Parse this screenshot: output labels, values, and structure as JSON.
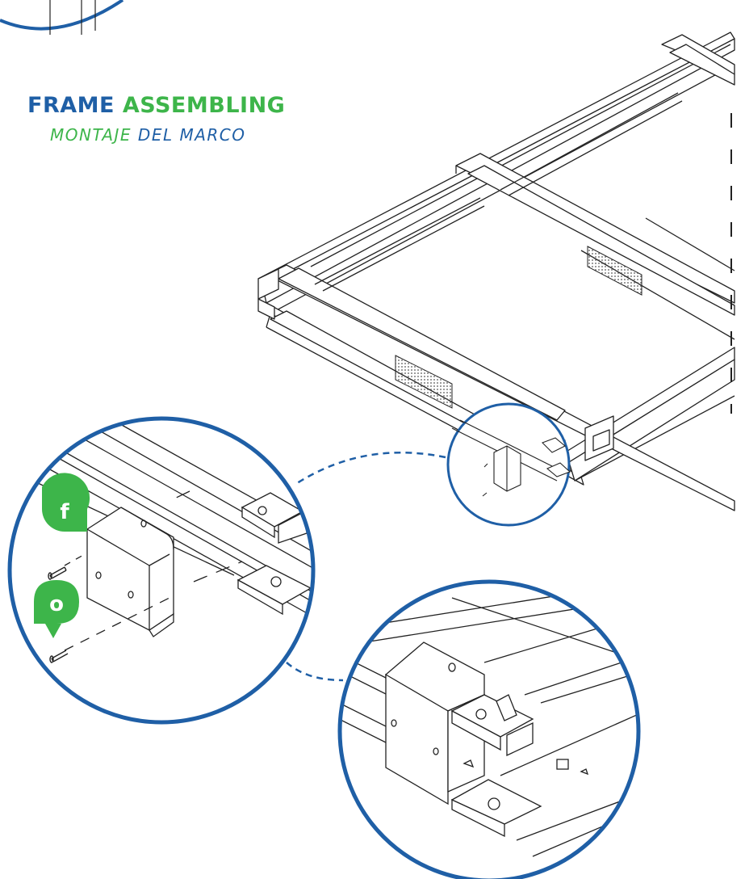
{
  "heading": {
    "word1": "FRAME",
    "word2": "ASSEMBLING",
    "sub_word1": "MONTAJE",
    "sub_word2": "DEL MARCO"
  },
  "badges": {
    "top": "f",
    "bottom": "o"
  },
  "colors": {
    "primary_blue": "#1f5fa6",
    "accent_green": "#3db54a",
    "line": "#222222"
  }
}
